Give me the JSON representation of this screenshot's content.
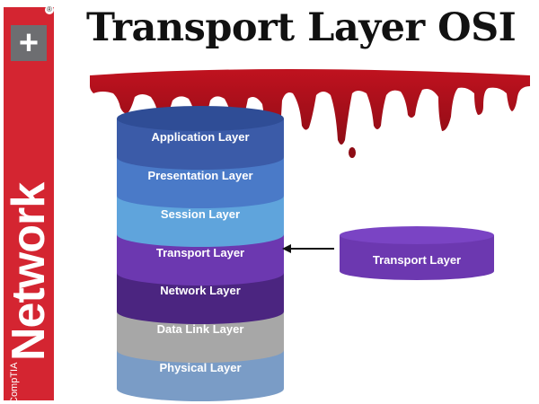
{
  "title": "Transport Layer OSI",
  "logo": {
    "brand": "CompTIA",
    "product": "Network",
    "plus": "+",
    "registered": "®"
  },
  "stack": {
    "layers": [
      {
        "label": "Application Layer",
        "color": "#3b5ba8"
      },
      {
        "label": "Presentation Layer",
        "color": "#4a7ac8"
      },
      {
        "label": "Session Layer",
        "color": "#5fa4dc"
      },
      {
        "label": "Transport Layer",
        "color": "#6c38b0"
      },
      {
        "label": "Network Layer",
        "color": "#4b2580"
      },
      {
        "label": "Data Link Layer",
        "color": "#a7a7a7"
      },
      {
        "label": "Physical Layer",
        "color": "#7a9cc6"
      }
    ]
  },
  "callout": {
    "label": "Transport Layer",
    "color": "#6c38b0"
  },
  "colors": {
    "blood": "#a10e18",
    "logo_red": "#d42531"
  }
}
